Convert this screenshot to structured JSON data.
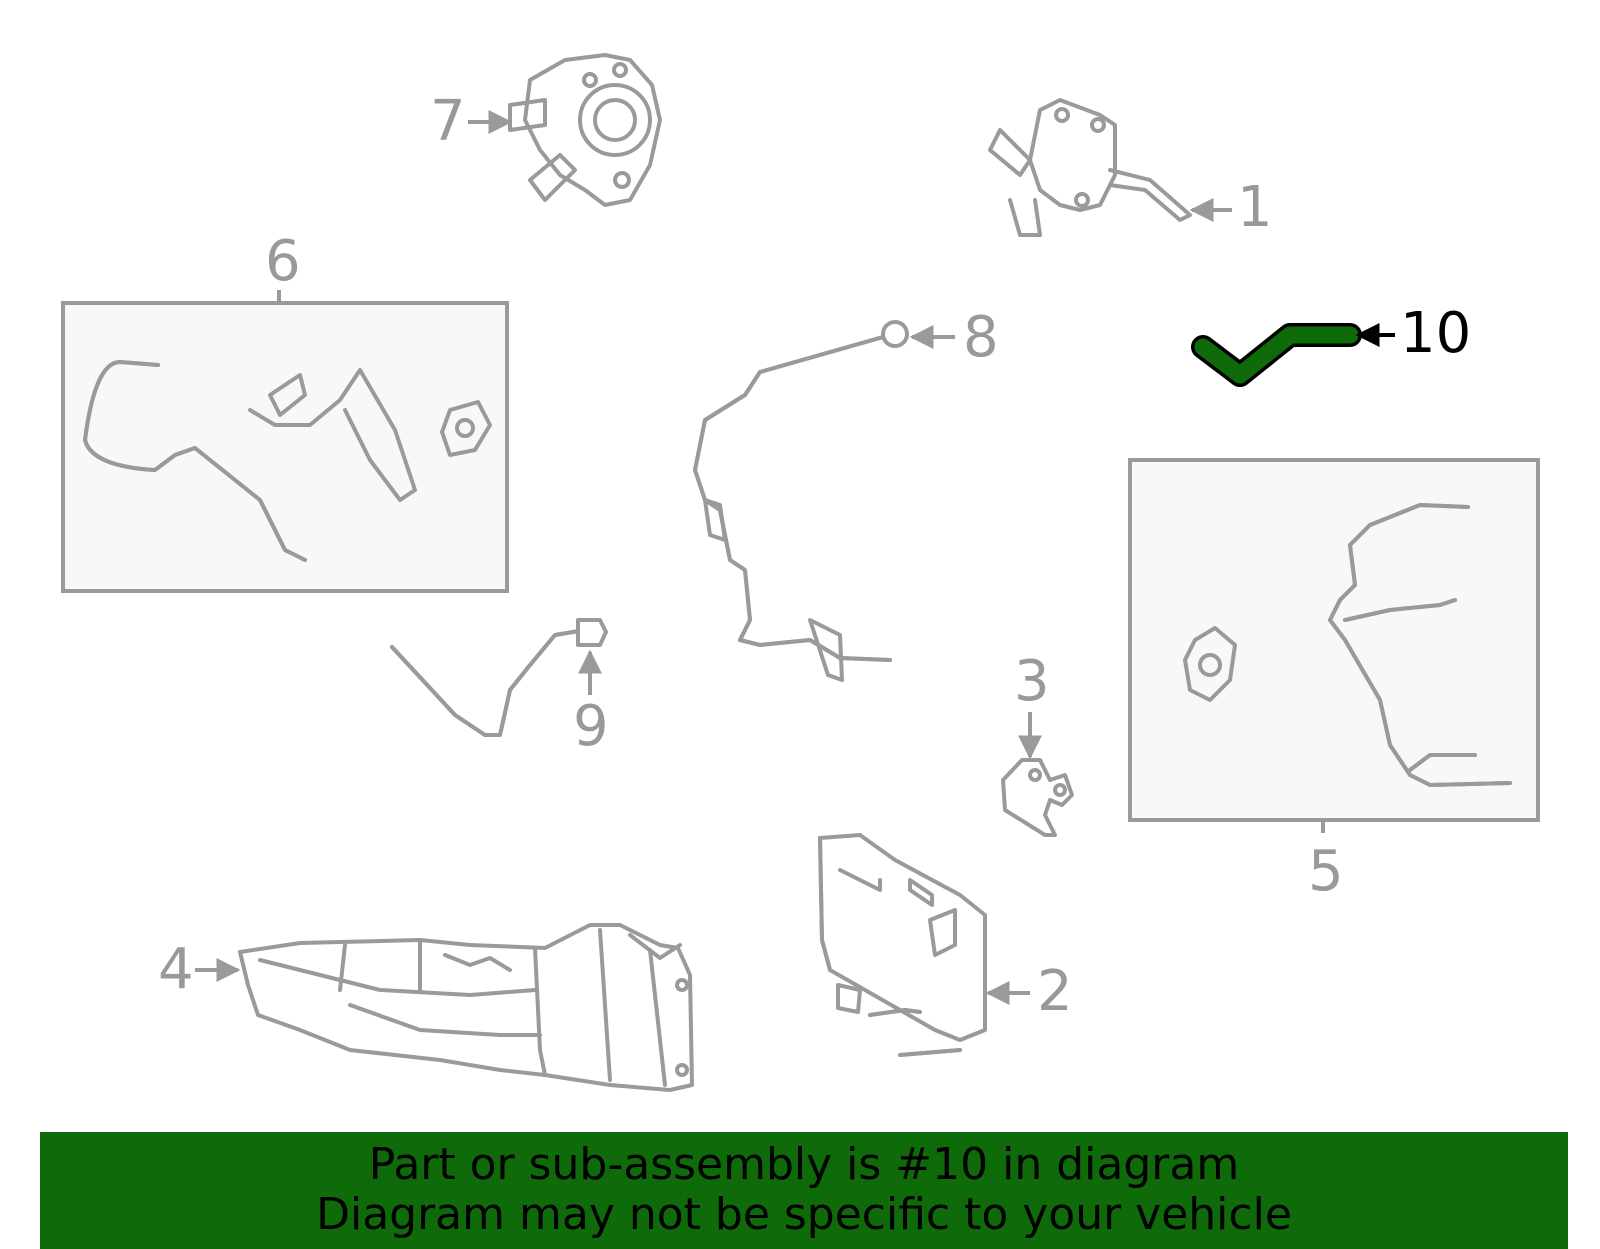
{
  "callouts": {
    "c1": "1",
    "c2": "2",
    "c3": "3",
    "c4": "4",
    "c5": "5",
    "c6": "6",
    "c7": "7",
    "c8": "8",
    "c9": "9",
    "c10": "10"
  },
  "highlight_part": "10",
  "colors": {
    "highlight": "#0f6b0a",
    "line": "#9a9a9a",
    "box_fill": "#f8f8f8",
    "banner": "#0f6b0a"
  },
  "banner": {
    "line1": "Part or sub-assembly is #10 in diagram",
    "line2": "Diagram may not be specific to your vehicle"
  }
}
